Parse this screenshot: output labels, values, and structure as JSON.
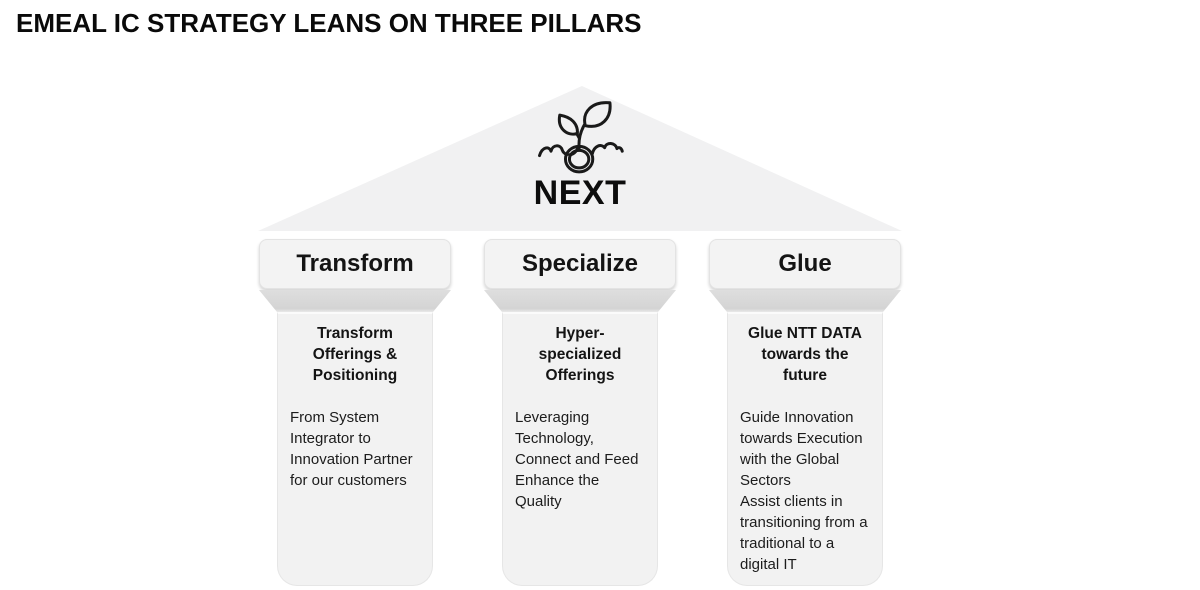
{
  "slide": {
    "title": "EMEAL IC STRATEGY LEANS ON THREE PILLARS"
  },
  "roof": {
    "icon": "sprout-icon",
    "label": "NEXT"
  },
  "pillars": [
    {
      "header": "Transform",
      "heading": "Transform Offerings & Positioning",
      "body": [
        "From System Integrator to Innovation Partner for our customers"
      ]
    },
    {
      "header": "Specialize",
      "heading": "Hyper-specialized Offerings",
      "body": [
        "Leveraging Technology, Connect and Feed Enhance the Quality"
      ]
    },
    {
      "header": "Glue",
      "heading": "Glue NTT DATA towards the future",
      "body": [
        "Guide Innovation towards Execution with the Global Sectors",
        "Assist clients in transitioning from a traditional to a digital IT"
      ]
    }
  ],
  "colors": {
    "background": "#ffffff",
    "roof_fill": "#f1f1f2",
    "header_fill": "#f3f3f3",
    "capital_fill": "#d9d9d9",
    "shaft_fill": "#f2f2f2",
    "text": "#111111"
  }
}
